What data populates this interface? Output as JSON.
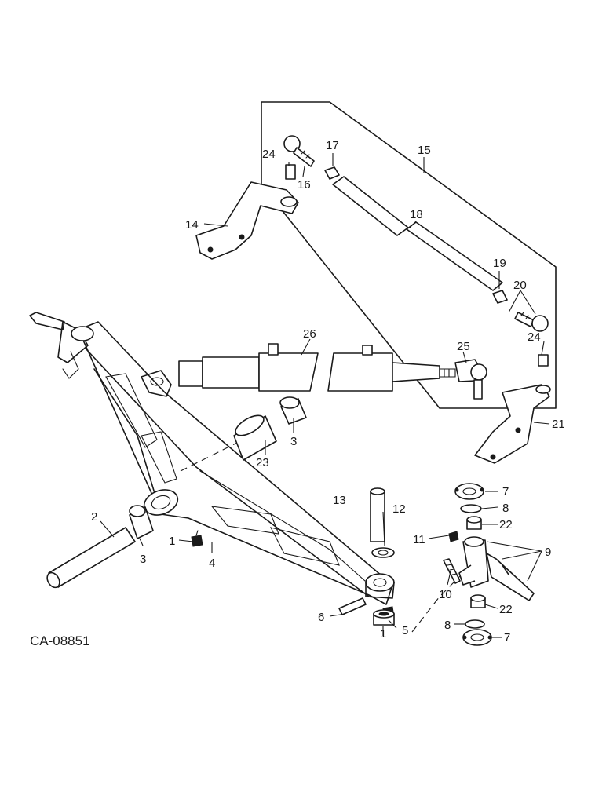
{
  "drawing_code": "CA-08851",
  "callouts": {
    "c1a": "1",
    "c1b": "1",
    "c2": "2",
    "c3a": "3",
    "c3b": "3",
    "c4": "4",
    "c5": "5",
    "c6": "6",
    "c7a": "7",
    "c7b": "7",
    "c8a": "8",
    "c8b": "8",
    "c9": "9",
    "c10": "10",
    "c11": "11",
    "c12": "12",
    "c13": "13",
    "c14": "14",
    "c15": "15",
    "c16": "16",
    "c17": "17",
    "c18": "18",
    "c19": "19",
    "c20": "20",
    "c21": "21",
    "c22a": "22",
    "c22b": "22",
    "c23": "23",
    "c24a": "24",
    "c24b": "24",
    "c25": "25",
    "c26": "26"
  }
}
